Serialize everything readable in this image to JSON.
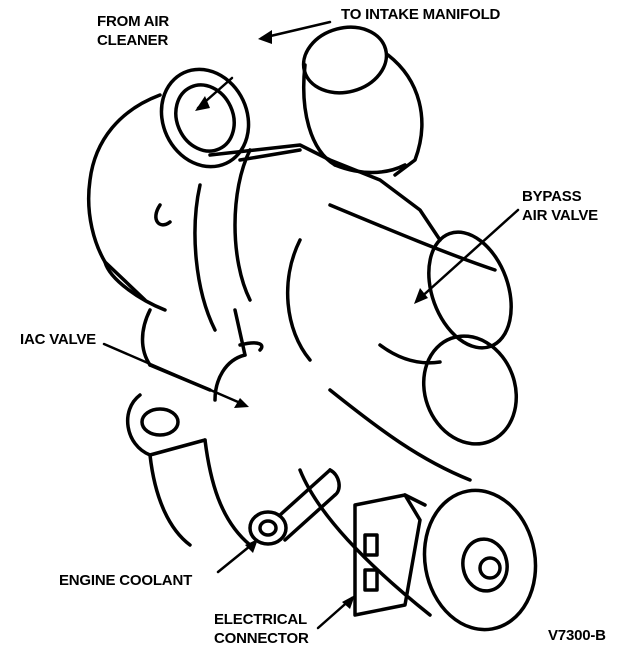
{
  "labels": {
    "from_air_cleaner": [
      "FROM AIR",
      "CLEANER"
    ],
    "to_intake_manifold": "TO INTAKE MANIFOLD",
    "bypass_air_valve": [
      "BYPASS",
      "AIR VALVE"
    ],
    "iac_valve": "IAC VALVE",
    "engine_coolant": "ENGINE COOLANT",
    "electrical_connector": [
      "ELECTRICAL",
      "CONNECTOR"
    ],
    "figure_code": "V7300-B"
  }
}
